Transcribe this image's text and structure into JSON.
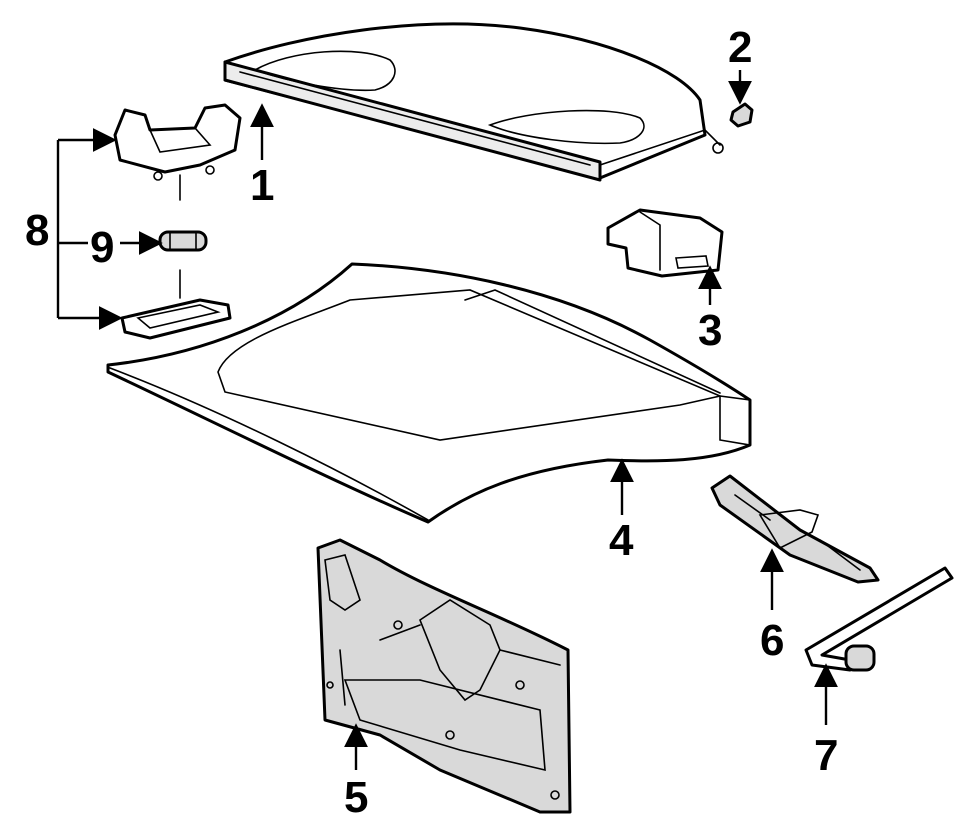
{
  "callouts": [
    {
      "label": "1"
    },
    {
      "label": "2"
    },
    {
      "label": "3"
    },
    {
      "label": "4"
    },
    {
      "label": "5"
    },
    {
      "label": "6"
    },
    {
      "label": "7"
    },
    {
      "label": "8"
    },
    {
      "label": "9"
    }
  ],
  "colors": {
    "line": "#000000",
    "panel_fill": "#ffffff",
    "shade": "#d9d9d9",
    "dark_shade": "#b5b5b5"
  }
}
